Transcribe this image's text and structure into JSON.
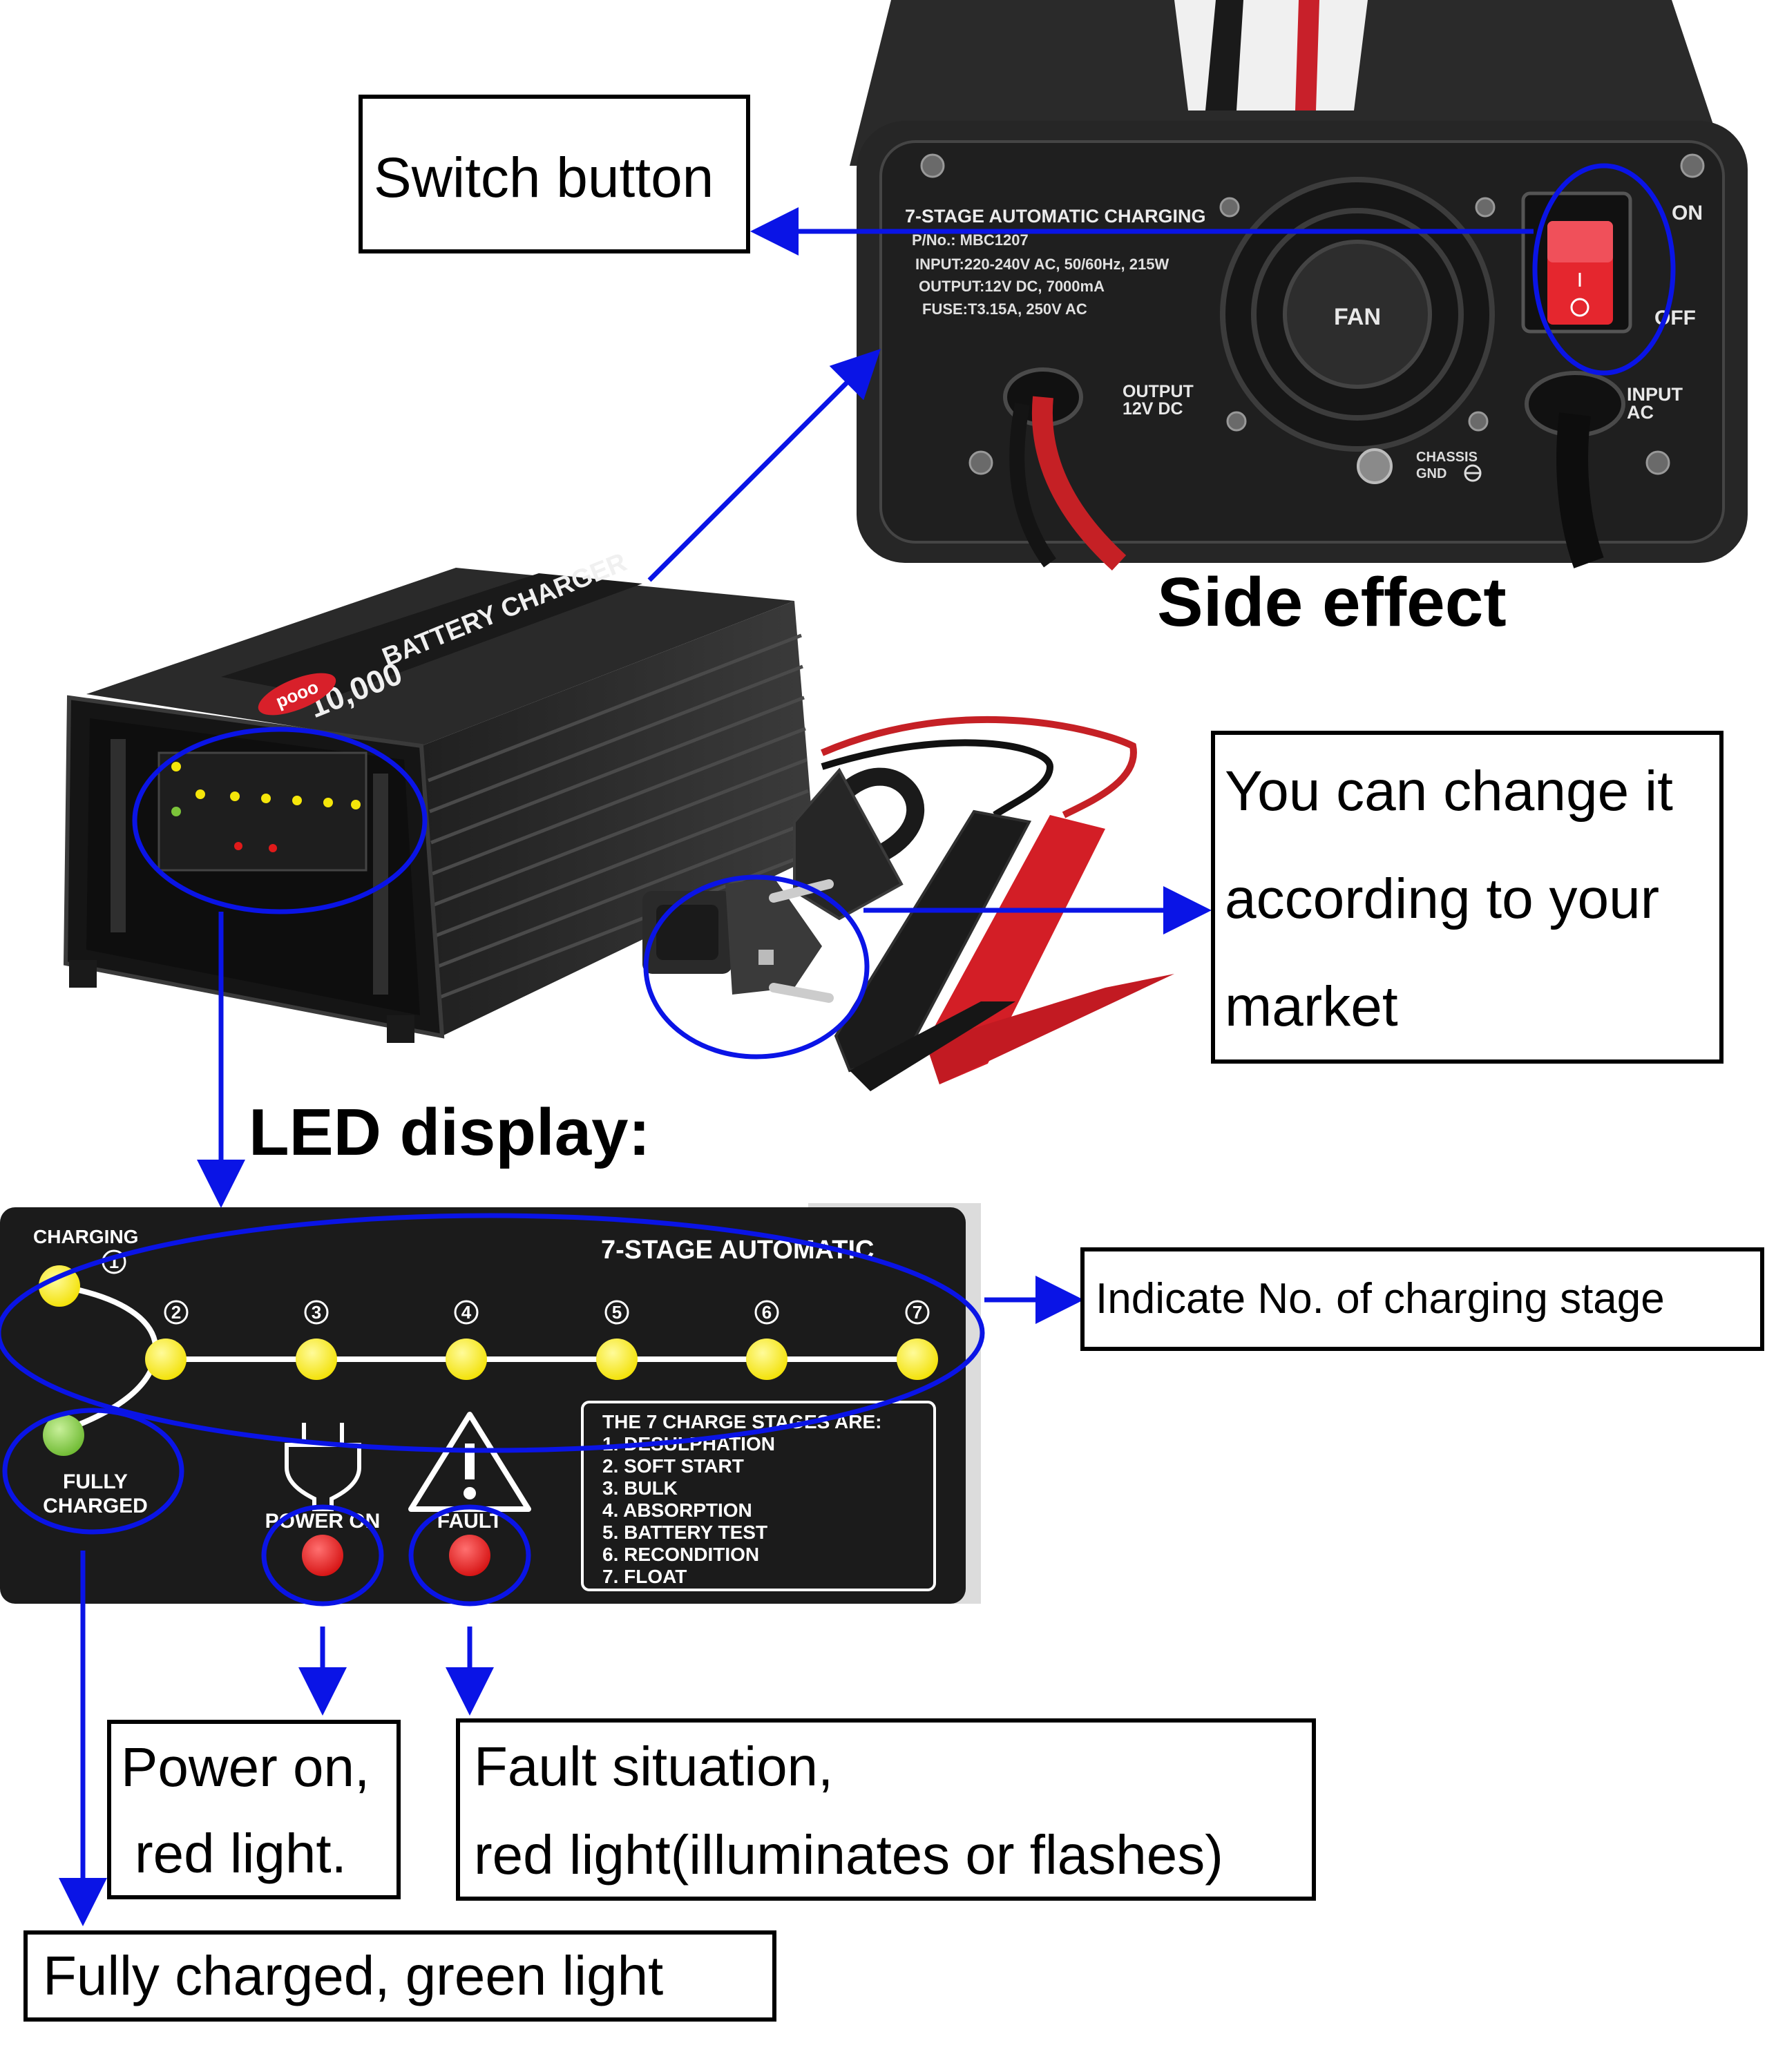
{
  "callouts": {
    "switch_button": "Switch button",
    "side_effect": "Side effect",
    "plug_note": [
      "You can change it",
      "according to your",
      "market"
    ],
    "led_display": "LED display:",
    "indicate_stage": "Indicate No. of charging stage",
    "power_on": [
      "Power on,",
      "red light."
    ],
    "fault": [
      "Fault situation,",
      "red light(illuminates or flashes)"
    ],
    "fully_charged": "Fully charged, green light"
  },
  "rear_panel": {
    "title": "7-STAGE AUTOMATIC CHARGING",
    "specs": [
      "P/No.: MBC1207",
      "INPUT:220-240V AC, 50/60Hz, 215W",
      "OUTPUT:12V DC, 7000mA",
      "FUSE:T3.15A, 250V AC"
    ],
    "fan": "FAN",
    "on": "ON",
    "off": "OFF",
    "output": [
      "OUTPUT",
      "12V DC"
    ],
    "input": [
      "INPUT",
      "AC"
    ],
    "chassis": [
      "CHASSIS",
      "GND"
    ]
  },
  "charger": {
    "brand": "pooo",
    "product": "BATTERY CHARGER",
    "model": "10,000"
  },
  "led_panel": {
    "charging_label": "CHARGING",
    "fully_label": [
      "FULLY",
      "CHARGED"
    ],
    "header": "7-STAGE AUTOMATIC",
    "stage_numbers": [
      "1",
      "2",
      "3",
      "4",
      "5",
      "6",
      "7"
    ],
    "power_on_label": "POWER ON",
    "fault_label": "FAULT",
    "stages_title": "THE 7 CHARGE STAGES ARE:",
    "stages": [
      "1.  DESULPHATION",
      "2.  SOFT START",
      "3.  BULK",
      "4.  ABSORPTION",
      "5.  BATTERY TEST",
      "6.  RECONDITION",
      "7.  FLOAT"
    ]
  },
  "colors": {
    "annotation_blue": "#0a14e6",
    "led_yellow": "#f5e60a",
    "led_green": "#7cc43a",
    "led_red": "#e01a1a",
    "panel_bg": "#1b1b1b",
    "switch_red": "#e5262e"
  },
  "icons": [
    "plug-icon",
    "warning-triangle-icon",
    "ground-icon"
  ]
}
